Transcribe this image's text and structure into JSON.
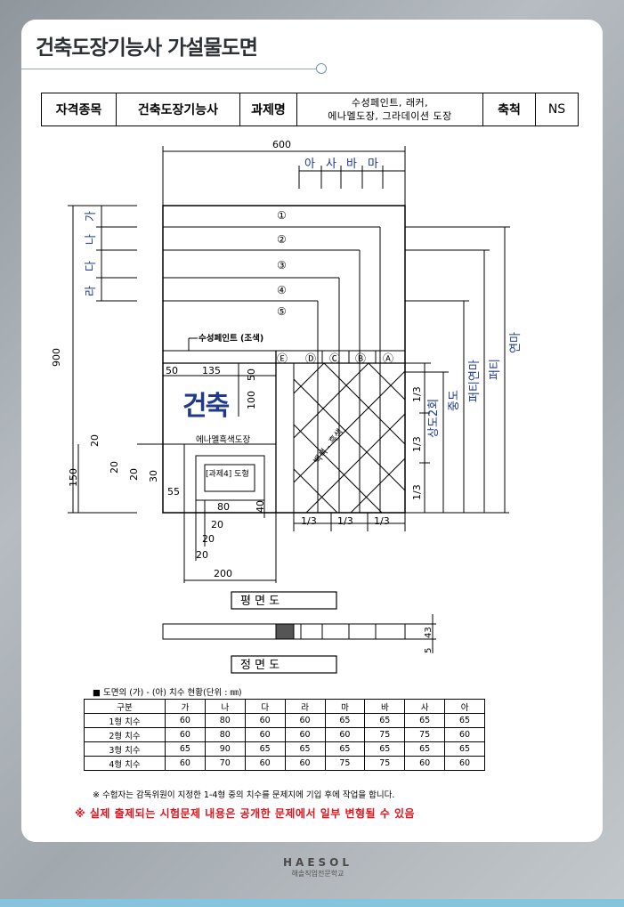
{
  "page": {
    "title": "건축도장기능사 가설물도면",
    "footer_logo": "HAESOL",
    "footer_sub": "해솔직업전문학교"
  },
  "header_table": {
    "label_subject": "자격종목",
    "subject": "건축도장기능사",
    "label_task": "과제명",
    "task_line1": "수성페인트, 래커,",
    "task_line2": "에나멜도장, 그라데이션 도장",
    "label_scale": "축척",
    "scale": "NS"
  },
  "drawing": {
    "dim_600": "600",
    "dim_900": "900",
    "dim_150": "150",
    "dim_200": "200",
    "dim_50": "50",
    "dim_135": "135",
    "dim_50v": "50",
    "dim_100": "100",
    "dim_20a": "20",
    "dim_20b": "20",
    "dim_20c": "20",
    "dim_30": "30",
    "dim_55": "55",
    "dim_80": "80",
    "dim_40": "40",
    "dim_20d": "20",
    "dim_20e": "20",
    "dim_20f": "20",
    "dim_5": "5",
    "dim_43": "43",
    "top_letters": [
      "아",
      "사",
      "바",
      "마"
    ],
    "left_letters": [
      "가",
      "나",
      "다",
      "라"
    ],
    "circled_numbers": [
      "①",
      "②",
      "③",
      "④",
      "⑤"
    ],
    "circled_letters": [
      "Ⓔ",
      "Ⓓ",
      "Ⓒ",
      "Ⓑ",
      "Ⓐ"
    ],
    "right_labels": [
      "상도2회",
      "중도",
      "퍼티연마",
      "퍼티",
      "연마"
    ],
    "thirds": [
      "1/3",
      "1/3",
      "1/3"
    ],
    "label_water_paint": "수성페인트 (조색)",
    "label_logo": "건축",
    "label_enamel": "에나멜흑색도장",
    "label_lacquer": "[과제4] 도형",
    "label_diagonal": "백색 - 흑색",
    "label_plan": "평    면    도",
    "label_front": "정    면    도"
  },
  "dims_table": {
    "caption": "■  도면의 (가) - (아) 치수 현황(단위 : ㎜)",
    "headers": [
      "구분",
      "가",
      "나",
      "다",
      "라",
      "마",
      "바",
      "사",
      "아"
    ],
    "rows": [
      [
        "1형 치수",
        "60",
        "80",
        "60",
        "60",
        "65",
        "65",
        "65",
        "65"
      ],
      [
        "2형 치수",
        "60",
        "80",
        "60",
        "60",
        "60",
        "75",
        "75",
        "60"
      ],
      [
        "3형 치수",
        "65",
        "90",
        "65",
        "65",
        "65",
        "65",
        "65",
        "65"
      ],
      [
        "4형 치수",
        "60",
        "70",
        "60",
        "60",
        "75",
        "75",
        "60",
        "60"
      ]
    ],
    "note": "※   수험자는 감독위원이 지정한 1-4형 중의 치수를 문제지에 기입 후에 작업을 합니다.",
    "warning": "※ 실제 출제되는 시험문제 내용은 공개한 문제에서 일부 변형될 수 있음"
  },
  "colors": {
    "accent_line": "#6b97a8",
    "warning": "#e0141e",
    "logo_blue": "#1f3a8a"
  }
}
